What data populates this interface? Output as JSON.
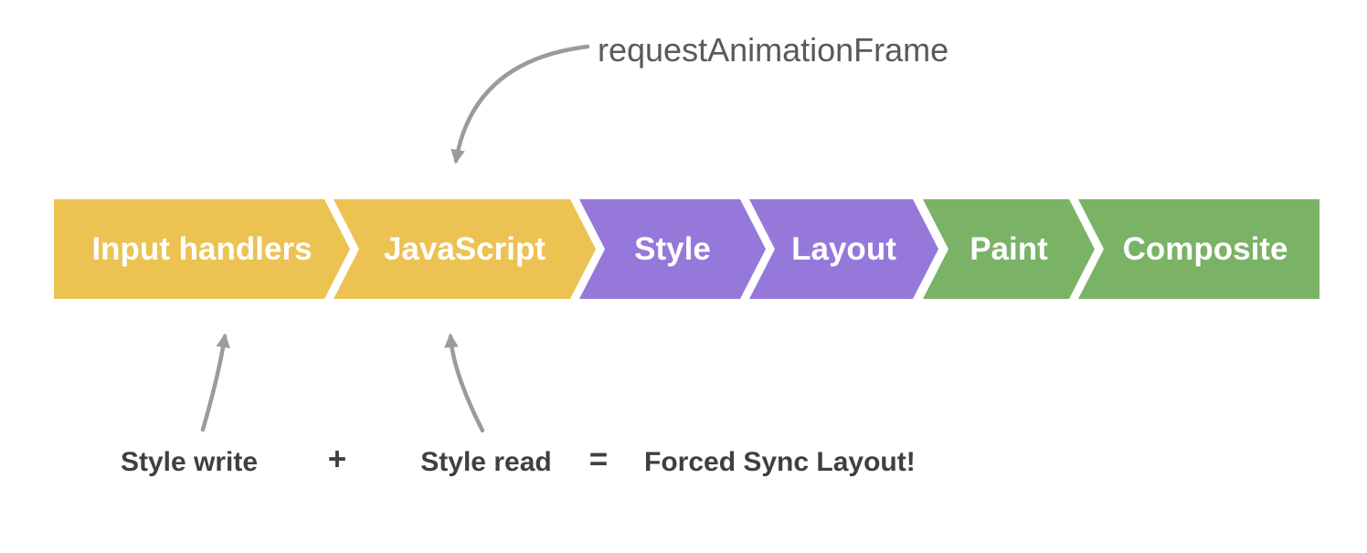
{
  "raf": {
    "label": "requestAnimationFrame"
  },
  "pipeline": {
    "segments": [
      {
        "id": "input-handlers",
        "label": "Input handlers",
        "color": "#ECC252"
      },
      {
        "id": "javascript",
        "label": "JavaScript",
        "color": "#ECC252"
      },
      {
        "id": "style",
        "label": "Style",
        "color": "#9678DA"
      },
      {
        "id": "layout",
        "label": "Layout",
        "color": "#9678DA"
      },
      {
        "id": "paint",
        "label": "Paint",
        "color": "#7AB266"
      },
      {
        "id": "composite",
        "label": "Composite",
        "color": "#7AB266"
      }
    ],
    "label_color": "#FFFFFF"
  },
  "equation": {
    "left_term": "Style write",
    "operator": "+",
    "right_term": "Style read",
    "equals": "=",
    "result": "Forced Sync Layout!"
  },
  "colors": {
    "arrow": "#9B9B9D",
    "heading_text": "#58595B",
    "equation_text": "#3E3F41",
    "background": "#FFFFFF"
  }
}
